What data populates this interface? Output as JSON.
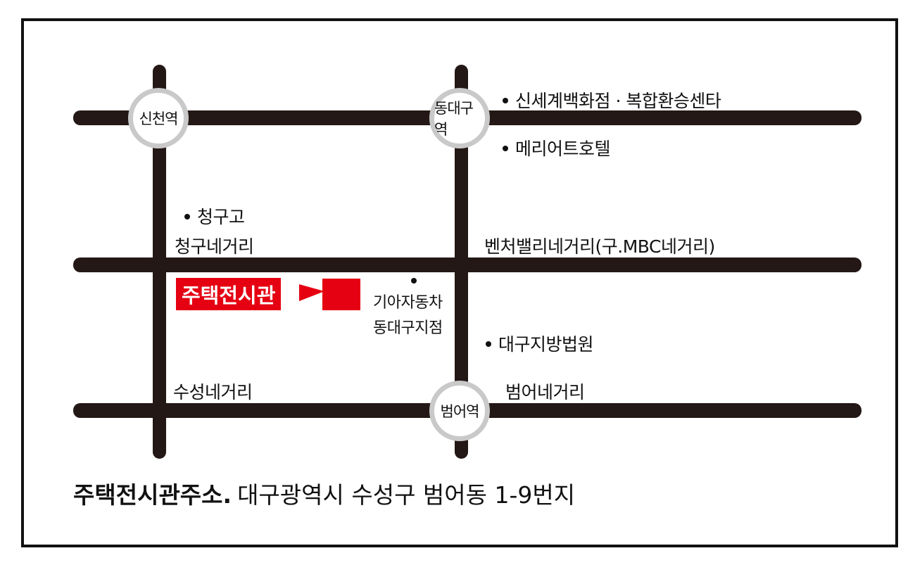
{
  "colors": {
    "road": "#231815",
    "station_ring": "#c9c9c9",
    "accent_red": "#e50012",
    "frame": "#111111"
  },
  "stations": {
    "sincheon": "신천역",
    "dongdaegu": "동대구역",
    "beomeo": "범어역"
  },
  "landmarks": {
    "shinsegae": "신세계백화점 · 복합환승센타",
    "marriott": "메리어트호텔",
    "cheonggu_high": "청구고",
    "kia_line1": "기아자동차",
    "kia_line2": "동대구지점",
    "court": "대구지방법원"
  },
  "intersections": {
    "cheonggu": "청구네거리",
    "venture_valley": "벤처밸리네거리(구.MBC네거리)",
    "suseong": "수성네거리",
    "beomeo": "범어네거리"
  },
  "target": {
    "label": "주택전시관"
  },
  "address": {
    "label": "주택전시관주소.",
    "value": "대구광역시 수성구 범어동 1-9번지"
  }
}
